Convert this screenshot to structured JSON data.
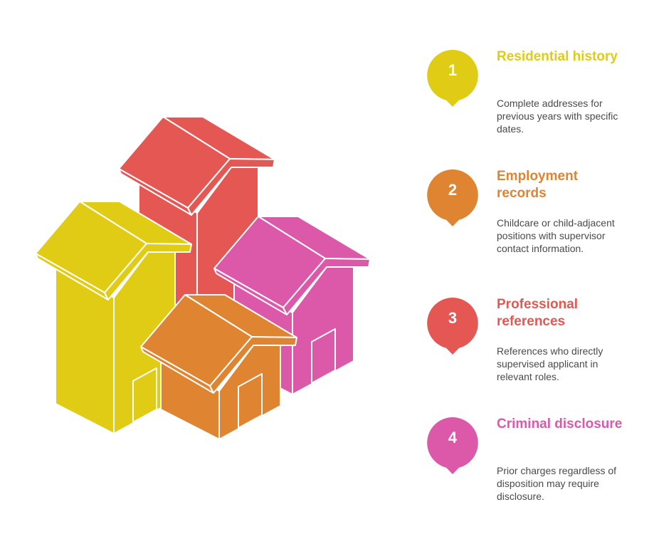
{
  "colors": {
    "yellow": "#E0CB15",
    "red": "#E55753",
    "pink": "#DC58A9",
    "orange": "#DF8431",
    "text": "#4a4a4a"
  },
  "illustration": {
    "icon": "isometric-houses-icon",
    "houses": [
      "red",
      "yellow",
      "pink",
      "orange"
    ]
  },
  "steps": [
    {
      "number": "1",
      "title": "Residential history",
      "description": "Complete addresses for previous years with specific dates.",
      "color": "#E0CB15"
    },
    {
      "number": "2",
      "title": "Employment records",
      "description": "Childcare or child-adjacent positions with supervisor contact information.",
      "color": "#DF8431"
    },
    {
      "number": "3",
      "title": "Professional references",
      "description": "References who directly supervised applicant in relevant roles.",
      "color": "#E55753"
    },
    {
      "number": "4",
      "title": "Criminal disclosure",
      "description": "Prior charges regardless of disposition may require disclosure.",
      "color": "#DC58A9"
    }
  ]
}
